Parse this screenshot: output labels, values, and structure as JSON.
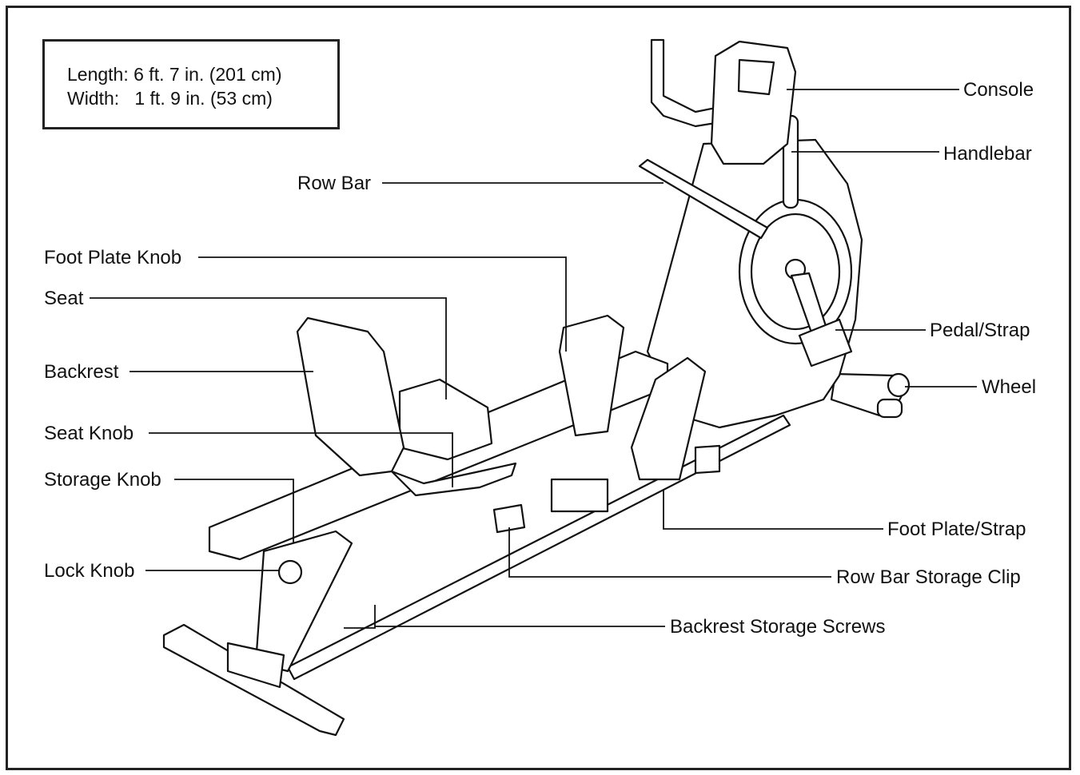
{
  "dimensions": {
    "length": "Length: 6 ft. 7 in. (201 cm)",
    "width": "Width:   1 ft. 9 in. (53 cm)"
  },
  "labels": {
    "console": "Console",
    "handlebar": "Handlebar",
    "row_bar": "Row Bar",
    "foot_plate_knob": "Foot Plate Knob",
    "seat": "Seat",
    "backrest": "Backrest",
    "seat_knob": "Seat Knob",
    "storage_knob": "Storage Knob",
    "lock_knob": "Lock Knob",
    "pedal_strap": "Pedal/Strap",
    "wheel": "Wheel",
    "foot_plate_strap": "Foot Plate/Strap",
    "row_bar_storage_clip": "Row Bar Storage Clip",
    "backrest_storage_screws": "Backrest Storage Screws"
  }
}
